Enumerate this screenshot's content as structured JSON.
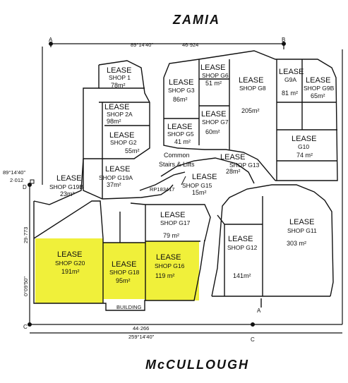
{
  "streets": {
    "north": "ZAMIA",
    "south": "McCULLOUGH"
  },
  "boundary": {
    "top_bearing": "89°14'40\"",
    "top_length": "46·924",
    "left_bearing": "89°14'40\"",
    "left_offset": "2·012",
    "left_length": "29·773",
    "left_vertical_bearing": "0°09'50\"",
    "bottom_length": "44·266",
    "bottom_bearing": "259°14'40\""
  },
  "corners": {
    "a": "A",
    "b": "B",
    "c": "C",
    "d": "D"
  },
  "plan_ref": "RP183417",
  "common_area": {
    "line1": "Common",
    "line2": "Stairs & Lifts"
  },
  "building_label": "BUILDING",
  "colors": {
    "highlight": "#f0f03a",
    "line": "#111111"
  },
  "lease_word": "LEASE",
  "shops": {
    "s1": {
      "name": "SHOP 1",
      "area": "78m²"
    },
    "s2a": {
      "name": "SHOP 2A",
      "area": "98m²"
    },
    "g2": {
      "name": "SHOP G2",
      "area": "55m²"
    },
    "g3": {
      "name": "SHOP G3",
      "area": "86m²"
    },
    "g5": {
      "name": "SHOP G5",
      "area": "41 m²"
    },
    "g6": {
      "name": "SHOP G6",
      "area": "51 m²"
    },
    "g7": {
      "name": "SHOP G7",
      "area": "60m²"
    },
    "g8": {
      "name": "SHOP G8",
      "area": "205m²"
    },
    "g9a": {
      "name": "G9A",
      "area": "81 m²"
    },
    "g9b": {
      "name": "SHOP G9B",
      "area": "65m²"
    },
    "g10": {
      "name": "G10",
      "area": "74 m²"
    },
    "g13": {
      "name": "SHOP G13",
      "area": "28m²"
    },
    "g15": {
      "name": "SHOP G15",
      "area": "15m²"
    },
    "g19a": {
      "name": "SHOP G19A",
      "area": "37m²"
    },
    "g19b": {
      "name": "SHOP G19B",
      "area": "23m²"
    },
    "g17": {
      "name": "SHOP G17",
      "area": "79 m²"
    },
    "g11": {
      "name": "SHOP G11",
      "area": "303 m²"
    },
    "g12": {
      "name": "SHOP G12",
      "area": "141m²"
    },
    "g20": {
      "name": "SHOP G20",
      "area": "191m²"
    },
    "g18": {
      "name": "SHOP G18",
      "area": "95m²"
    },
    "g16": {
      "name": "SHOP G16",
      "area": "119 m²"
    }
  }
}
